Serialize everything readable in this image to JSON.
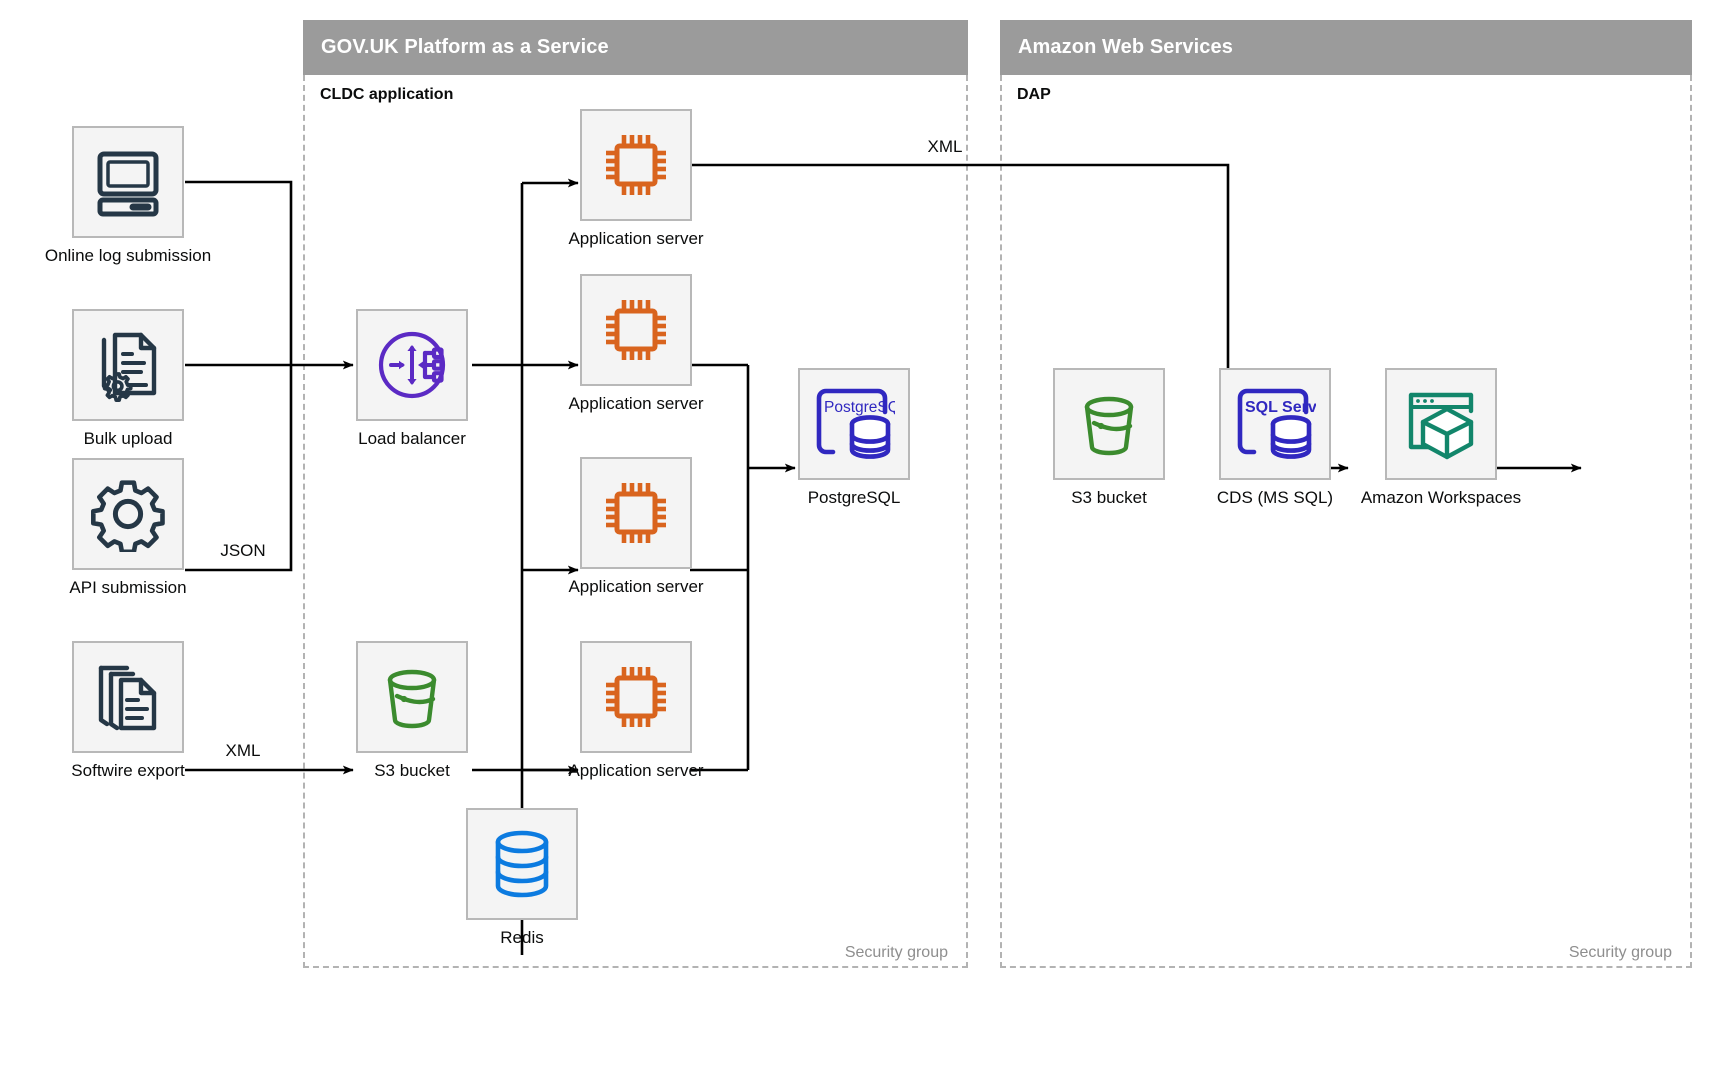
{
  "groups": [
    {
      "id": "paas",
      "title": "GOV.UK Platform as a Service",
      "sublabel": "CLDC application",
      "security_label": "Security group"
    },
    {
      "id": "aws",
      "title": "Amazon Web Services",
      "sublabel": "DAP",
      "security_label": "Security group"
    }
  ],
  "nodes": {
    "online_log_submission": {
      "label": "Online log submission",
      "icon": "desktop-computer-icon",
      "color": "#253746"
    },
    "bulk_upload": {
      "label": "Bulk upload",
      "icon": "document-gear-icon",
      "color": "#253746"
    },
    "api_submission": {
      "label": "API submission",
      "icon": "gear-icon",
      "color": "#253746"
    },
    "softwire_export": {
      "label": "Softwire export",
      "icon": "documents-stack-icon",
      "color": "#253746"
    },
    "load_balancer": {
      "label": "Load balancer",
      "icon": "load-balancer-icon",
      "color": "#5B2AC4"
    },
    "app_server_1": {
      "label": "Application server",
      "icon": "cpu-chip-icon",
      "color": "#D9641E"
    },
    "app_server_2": {
      "label": "Application server",
      "icon": "cpu-chip-icon",
      "color": "#D9641E"
    },
    "app_server_3": {
      "label": "Application server",
      "icon": "cpu-chip-icon",
      "color": "#D9641E"
    },
    "app_server_4": {
      "label": "Application server",
      "icon": "cpu-chip-icon",
      "color": "#D9641E"
    },
    "s3_bucket_paas": {
      "label": "S3 bucket",
      "icon": "bucket-icon",
      "color": "#3B8B2E"
    },
    "redis": {
      "label": "Redis",
      "icon": "database-icon",
      "color": "#0C7BE0"
    },
    "postgresql": {
      "label": "PostgreSQL",
      "icon": "postgresql-icon",
      "color": "#3028C0",
      "badge": "PostgreSQL"
    },
    "s3_bucket_aws": {
      "label": "S3 bucket",
      "icon": "bucket-icon",
      "color": "#3B8B2E"
    },
    "cds_ms_sql": {
      "label": "CDS (MS SQL)",
      "icon": "sql-server-icon",
      "color": "#3028C0",
      "badge": "SQL Server"
    },
    "amazon_workspaces": {
      "label": "Amazon Workspaces",
      "icon": "workspaces-cube-icon",
      "color": "#12866B"
    }
  },
  "edge_labels": {
    "json": "JSON",
    "xml_left": "XML",
    "xml_top": "XML"
  },
  "colors": {
    "band": "#9b9b9b",
    "tile_fill": "#f4f4f4",
    "tile_border": "#b8b8b8",
    "dashed_border": "#b3b3b3",
    "line": "#000000",
    "muted_text": "#8e8e8e"
  }
}
